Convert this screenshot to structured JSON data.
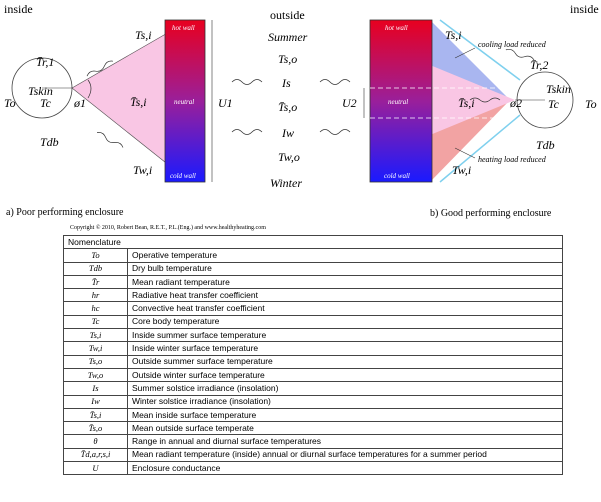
{
  "labels": {
    "inside_left": "inside",
    "outside": "outside",
    "inside_right": "inside",
    "summer": "Summer",
    "winter": "Winter",
    "hot_wall": "hot wall",
    "neutral": "neutral",
    "cold_wall": "cold wall",
    "t_r1": "T̄r,1",
    "t_si": "Ts,i",
    "t_skin": "Tskin",
    "t_c": "Tc",
    "t_o": "To",
    "phi1": "ø1",
    "t_si_bar": "T̄s,i",
    "u1": "U1",
    "t_db": "Tdb",
    "t_wi": "Tw,i",
    "t_so": "Ts,o",
    "i_s": "Is",
    "t_so_bar": "T̄s,o",
    "i_w": "Iw",
    "t_wo": "Tw,o",
    "u2": "U2",
    "t_r2": "T̄r,2",
    "phi2": "ø2",
    "cooling_note": "cooling load reduced",
    "heating_note": "heating load reduced"
  },
  "captions": {
    "left": "a) Poor performing enclosure",
    "right": "b) Good performing enclosure"
  },
  "copyright": "Copyright © 2010, Robert Bean, R.E.T., P.L.(Eng.) and www.healthyheating.com",
  "table": {
    "header": "Nomenclature",
    "rows": [
      {
        "symbol": "To",
        "desc": "Operative temperature"
      },
      {
        "symbol": "Tdb",
        "desc": "Dry bulb temperature"
      },
      {
        "symbol": "T̄r",
        "desc": "Mean radiant temperature"
      },
      {
        "symbol": "hr",
        "desc": "Radiative heat transfer coefficient"
      },
      {
        "symbol": "hc",
        "desc": "Convective heat transfer coefficient"
      },
      {
        "symbol": "Tc",
        "desc": "Core body temperature"
      },
      {
        "symbol": "Ts,i",
        "desc": "Inside summer surface temperature"
      },
      {
        "symbol": "Tw,i",
        "desc": "Inside winter surface temperature"
      },
      {
        "symbol": "Ts,o",
        "desc": "Outside summer surface temperature"
      },
      {
        "symbol": "Tw,o",
        "desc": "Outside winter surface temperature"
      },
      {
        "symbol": "Is",
        "desc": "Summer solstice irradiance (insolation)"
      },
      {
        "symbol": "Iw",
        "desc": "Winter solstice irradiance (insolation)"
      },
      {
        "symbol": "T̄s,i",
        "desc": "Mean inside surface temperature"
      },
      {
        "symbol": "T̄s,o",
        "desc": "Mean outside surface temperate"
      },
      {
        "symbol": "θ",
        "desc": "Range in annual and diurnal surface temperatures"
      },
      {
        "symbol": "T̄d,a,r,s,i",
        "desc": "Mean radiant temperature (inside) annual or diurnal surface temperatures for a summer period"
      },
      {
        "symbol": "U",
        "desc": "Enclosure conductance"
      }
    ]
  },
  "colors": {
    "hot": "#e8001f",
    "cold": "#1a1aff",
    "pink_fan": "#f9c6e4",
    "blue_fan": "#a9b6f0",
    "red_fan": "#f2a3a3"
  }
}
